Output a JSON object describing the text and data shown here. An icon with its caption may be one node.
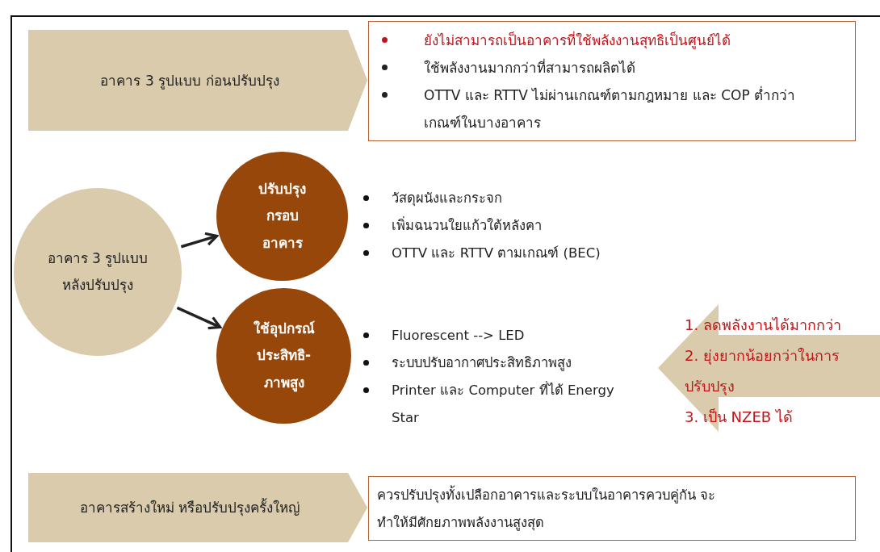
{
  "diagram": {
    "nodes": [
      {
        "text": [
          "อาคาร 3 รูปแบบ ก่อนปรับปรุง"
        ]
      },
      {
        "text": [
          "ยังไม่สามารถเป็นอาคารที่ใช้พลังงานสุทธิเป็นศูนย์ได้",
          "ใช้พลังงานมากกว่าที่สามารถผลิตได้",
          "OTTV และ RTTV ไม่ผ่านเกณฑ์ตามกฎหมาย และ COP ต่ำกว่าเกณฑ์ในบางอาคาร"
        ]
      },
      {
        "text": [
          "อาคาร 3 รูปแบบ หลังปรับปรุง"
        ]
      },
      {
        "text": [
          "ปรับปรุงกรอบอาคาร"
        ]
      },
      {
        "text": [
          "ใช้อุปกรณ์ประสิทธิ-ภาพสูง"
        ]
      },
      {
        "text": [
          "1. ลดพลังงานได้มากกว่า",
          "2. ยุ่งยากน้อยกว่าในการปรับปรุง",
          "3. เป็น NZEB ได้"
        ]
      },
      {
        "text": [
          "อาคารสร้างใหม่ หรือปรับปรุงครั้งใหญ่"
        ]
      },
      {
        "text": [
          "ควรปรับปรุงทั้งเปลือกอาคารและระบบในอาคารควบคู่กัน จะทำให้มีศักยภาพพลังงานสูงสุด"
        ]
      }
    ],
    "edges": [
      {
        "from": 2,
        "to": 3,
        "arrow": "to"
      },
      {
        "from": 2,
        "to": 4,
        "arrow": "to"
      }
    ],
    "labels": [
      "วัสดุผนังและกระจก",
      "เพิ่มฉนวนใยแก้วใต้หลังคา",
      "OTTV และ RTTV ตามเกณฑ์ (BEC)",
      "Fluorescent  --> LED",
      "ระบบปรับอากาศประสิทธิภาพสูง",
      "Printer และ Computer ที่ได้ Energy Star"
    ]
  }
}
